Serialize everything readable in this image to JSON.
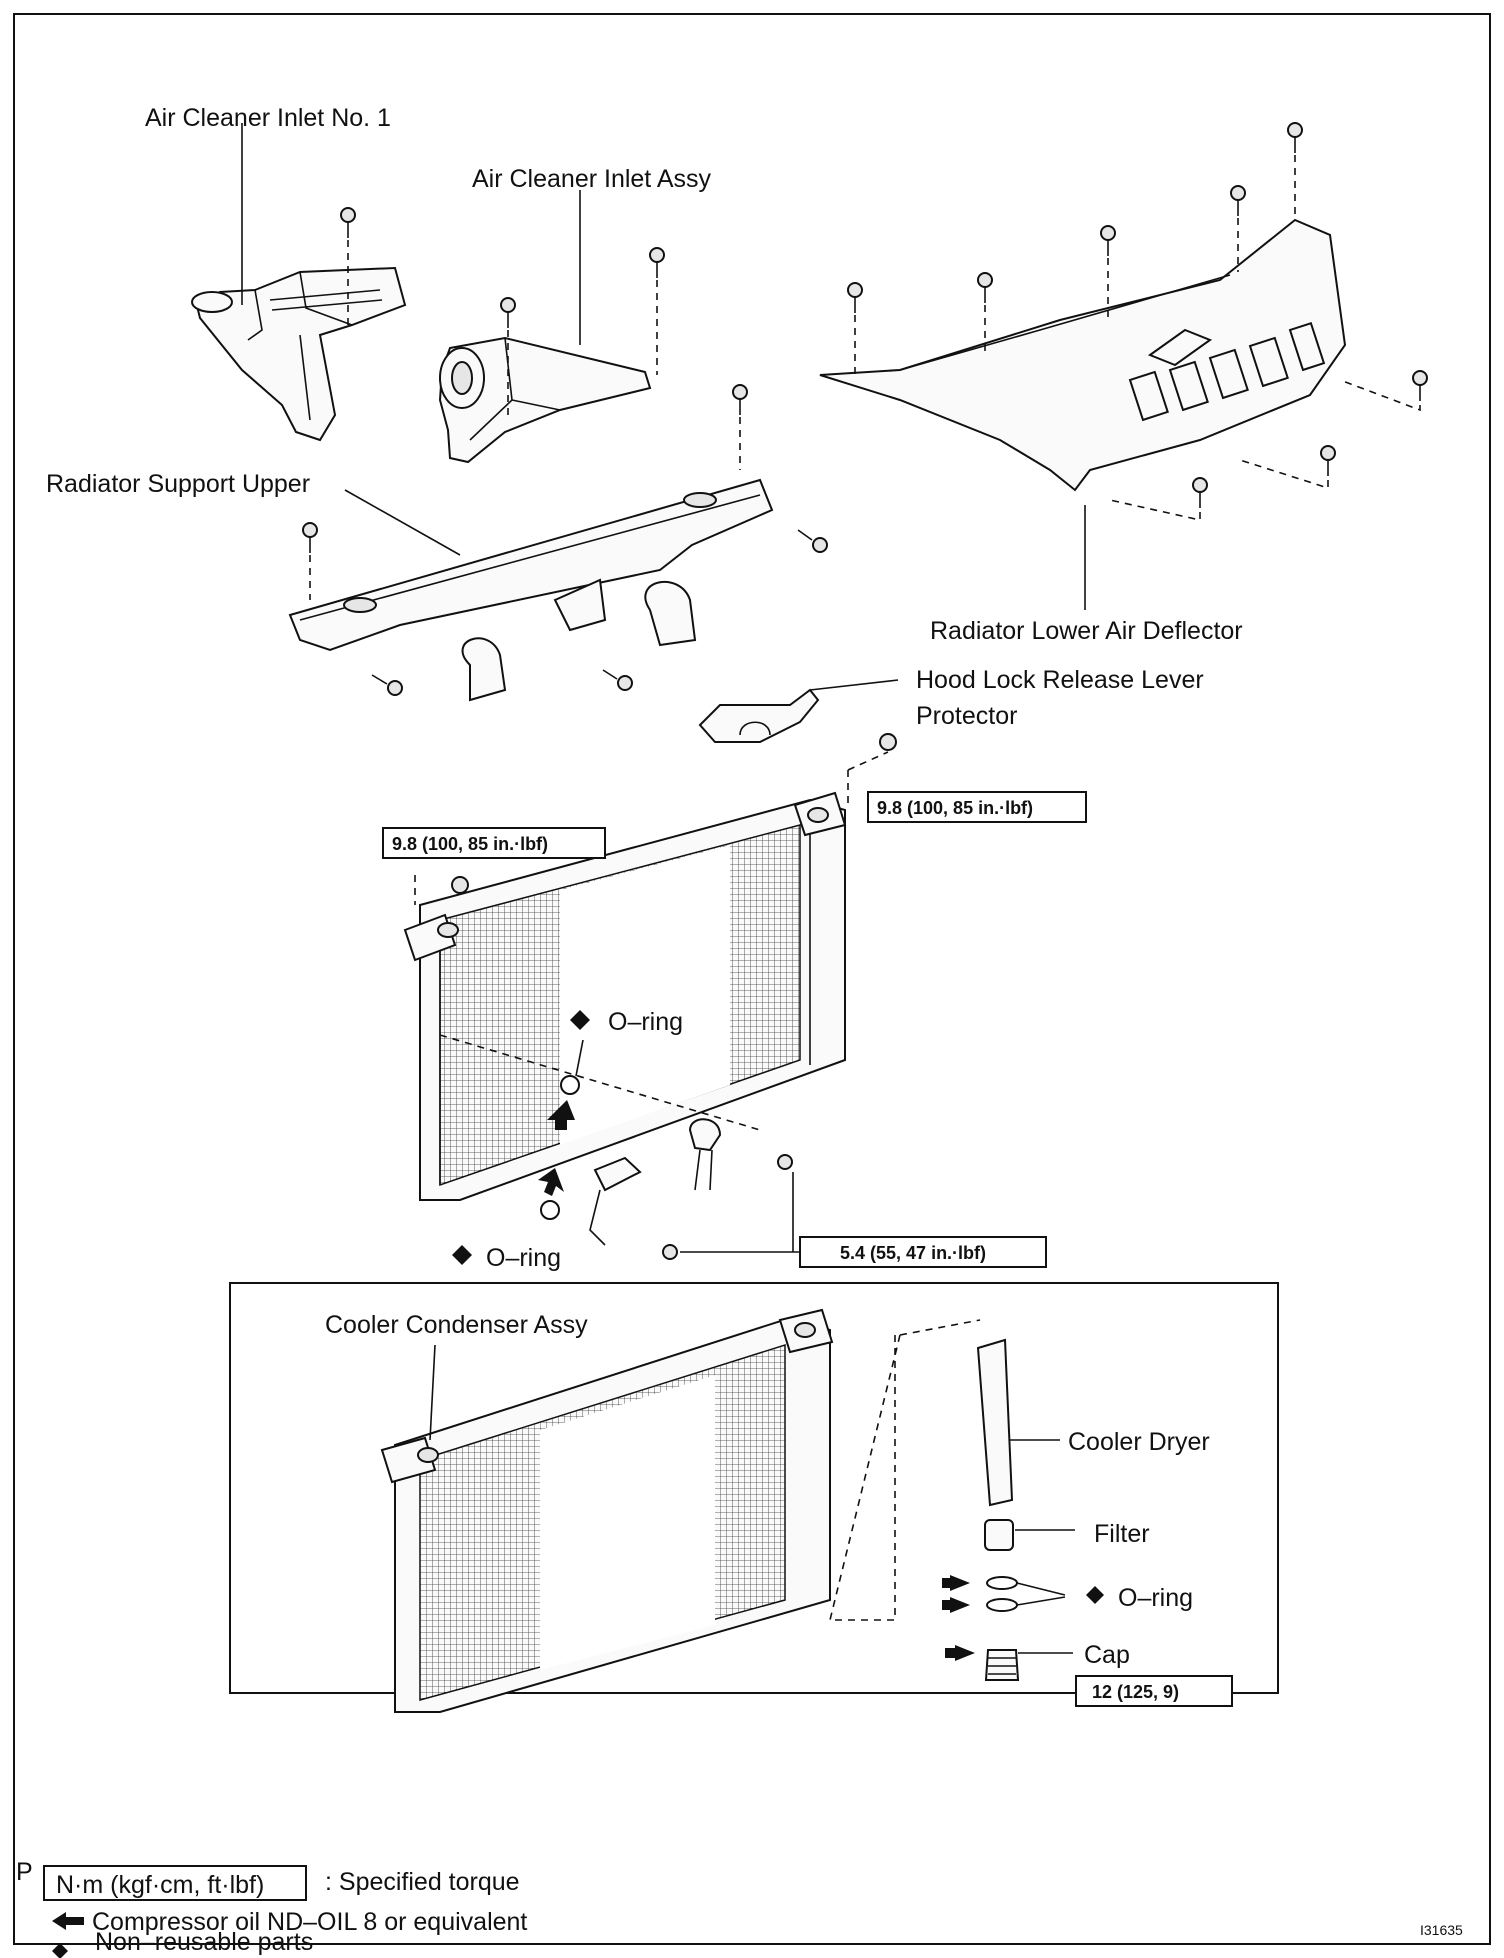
{
  "labels": {
    "air_cleaner_inlet_no1": "Air Cleaner Inlet No. 1",
    "air_cleaner_inlet_assy": "Air Cleaner Inlet Assy",
    "radiator_support_upper": "Radiator Support Upper",
    "radiator_lower_air_deflector": "Radiator Lower Air Deflector",
    "hood_lock_line1": "Hood Lock Release Lever",
    "hood_lock_line2": "Protector",
    "o_ring_upper": "O–ring",
    "o_ring_lower": "O–ring",
    "cooler_condenser_assy": "Cooler Condenser Assy",
    "cooler_dryer": "Cooler Dryer",
    "filter": "Filter",
    "o_ring_dryer": "O–ring",
    "cap": "Cap"
  },
  "torques": {
    "left_bracket": "9.8 (100, 85 in.·lbf)",
    "right_bracket": "9.8 (100, 85 in.·lbf)",
    "bolts": "5.4 (55, 47 in.·lbf)",
    "cap": "12 (125, 9)"
  },
  "legend": {
    "prefix": "P",
    "torque_unit": "N·m (kgf·cm, ft·lbf)",
    "torque_desc": ": Specified torque",
    "oil_desc": "Compressor oil ND–OIL 8 or equivalent",
    "nonreusable_desc": "Non–reusable parts"
  },
  "figure_id": "I31635"
}
